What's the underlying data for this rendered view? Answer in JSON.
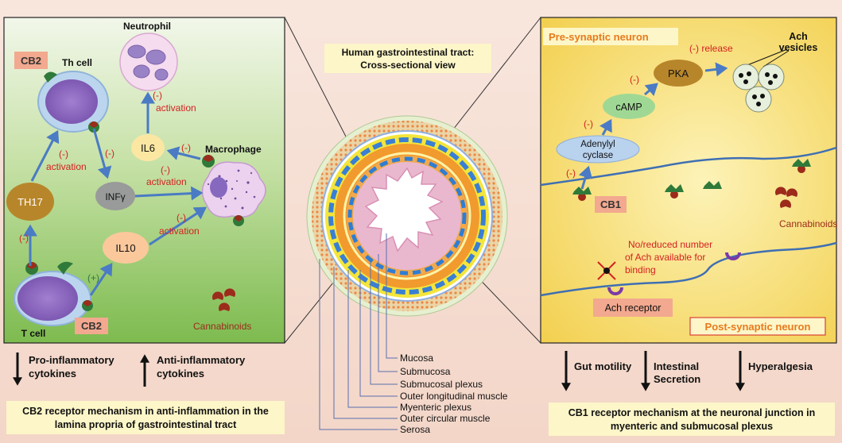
{
  "left_panel": {
    "cb2_top": "CB2",
    "th_cell": "Th cell",
    "neutrophil": "Neutrophil",
    "macrophage": "Macrophage",
    "th17": "TH17",
    "il6": "IL6",
    "infg": "INFγ",
    "il10": "IL10",
    "t_cell": "T cell",
    "cb2_bottom": "CB2",
    "cannabinoids": "Cannabinoids",
    "minus": "(-)",
    "plus": "(+)",
    "activation": "activation"
  },
  "below_left": {
    "pro_inflammatory": [
      "Pro-inflammatory",
      "cytokines"
    ],
    "anti_inflammatory": [
      "Anti-inflammatory",
      "cytokines"
    ],
    "caption": [
      "CB2 receptor mechanism in anti-inflammation in the",
      "lamina propria of gastrointestinal tract"
    ]
  },
  "center": {
    "title": [
      "Human gastrointestinal tract:",
      "Cross-sectional view"
    ],
    "layers": [
      "Mucosa",
      "Submucosa",
      "Submucosal plexus",
      "Outer longitudinal muscle",
      "Myenteric plexus",
      "Outer circular muscle",
      "Serosa"
    ]
  },
  "right_panel": {
    "pre_synaptic": "Pre-synaptic neuron",
    "release": "(-) release",
    "ach_vesicles": [
      "Ach",
      "vesicles"
    ],
    "pka": "PKA",
    "camp": "cAMP",
    "adenylyl": [
      "Adenylyl",
      "cyclase"
    ],
    "minus": "(-)",
    "cb1": "CB1",
    "cannabinoids": "Cannabinoids",
    "no_reduced": [
      "No/reduced number",
      "of Ach available for",
      "binding"
    ],
    "ach_receptor": "Ach receptor",
    "post_synaptic": "Post-synaptic neuron"
  },
  "below_right": {
    "gut_motility": "Gut motility",
    "intestinal_secretion": [
      "Intestinal",
      "Secretion"
    ],
    "hyperalgesia": "Hyperalgesia",
    "caption": [
      "CB1 receptor mechanism at the neuronal junction in",
      "myenteric and submucosal plexus"
    ]
  },
  "colors": {
    "arrow_blue": "#4a7bc4",
    "red_text": "#d42020",
    "receptor_green": "#3a7a3a",
    "cannabinoid_brown": "#8b2d1e"
  }
}
